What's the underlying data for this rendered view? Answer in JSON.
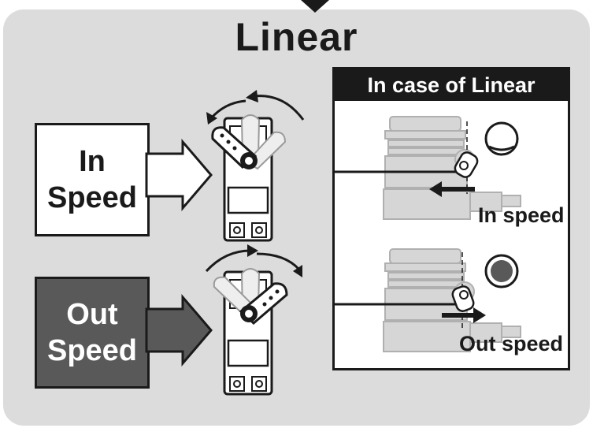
{
  "title": "Linear",
  "in_callout": [
    "In",
    "Speed"
  ],
  "out_callout": [
    "Out",
    "Speed"
  ],
  "case_box": {
    "header": "In case of Linear",
    "in_label": "In speed",
    "out_label": "Out speed"
  },
  "icons": [
    "servo-icon",
    "engine-icon",
    "rotation-arrow-icon",
    "indicator-open-icon",
    "indicator-closed-icon"
  ],
  "colors": {
    "panel": "#dcdcdc",
    "dark": "#1a1a1a",
    "out_fill": "#595959",
    "engine": "#c8c8c8"
  }
}
